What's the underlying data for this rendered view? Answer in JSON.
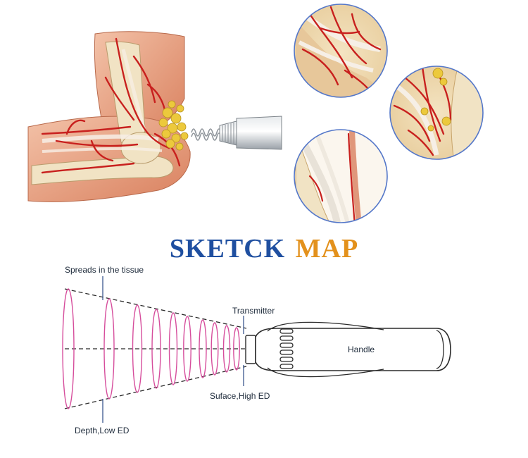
{
  "title": {
    "word1": "SKETCK",
    "word2": "MAP",
    "color1": "#1f4fa0",
    "color2": "#e3911c"
  },
  "labels": {
    "spreads": "Spreads in the tissue",
    "transmitter": "Transmitter",
    "handle": "Handle",
    "surface": "Suface,High ED",
    "depth": "Depth,Low ED"
  },
  "colors": {
    "wave": "#d64d9c",
    "outline": "#2b2b2b",
    "artery": "#c8201e",
    "muscle": "#e9a07f",
    "bone": "#f1e3c4",
    "deposit": "#ecc93c",
    "lens_border": "#5477c9"
  },
  "icons": {
    "elbow": "elbow-anatomy-illustration",
    "probe": "shockwave-probe-illustration",
    "zoom1": "tendon-insertion-detail",
    "zoom2": "calcific-deposit-detail",
    "zoom3": "bone-tendon-detail"
  }
}
